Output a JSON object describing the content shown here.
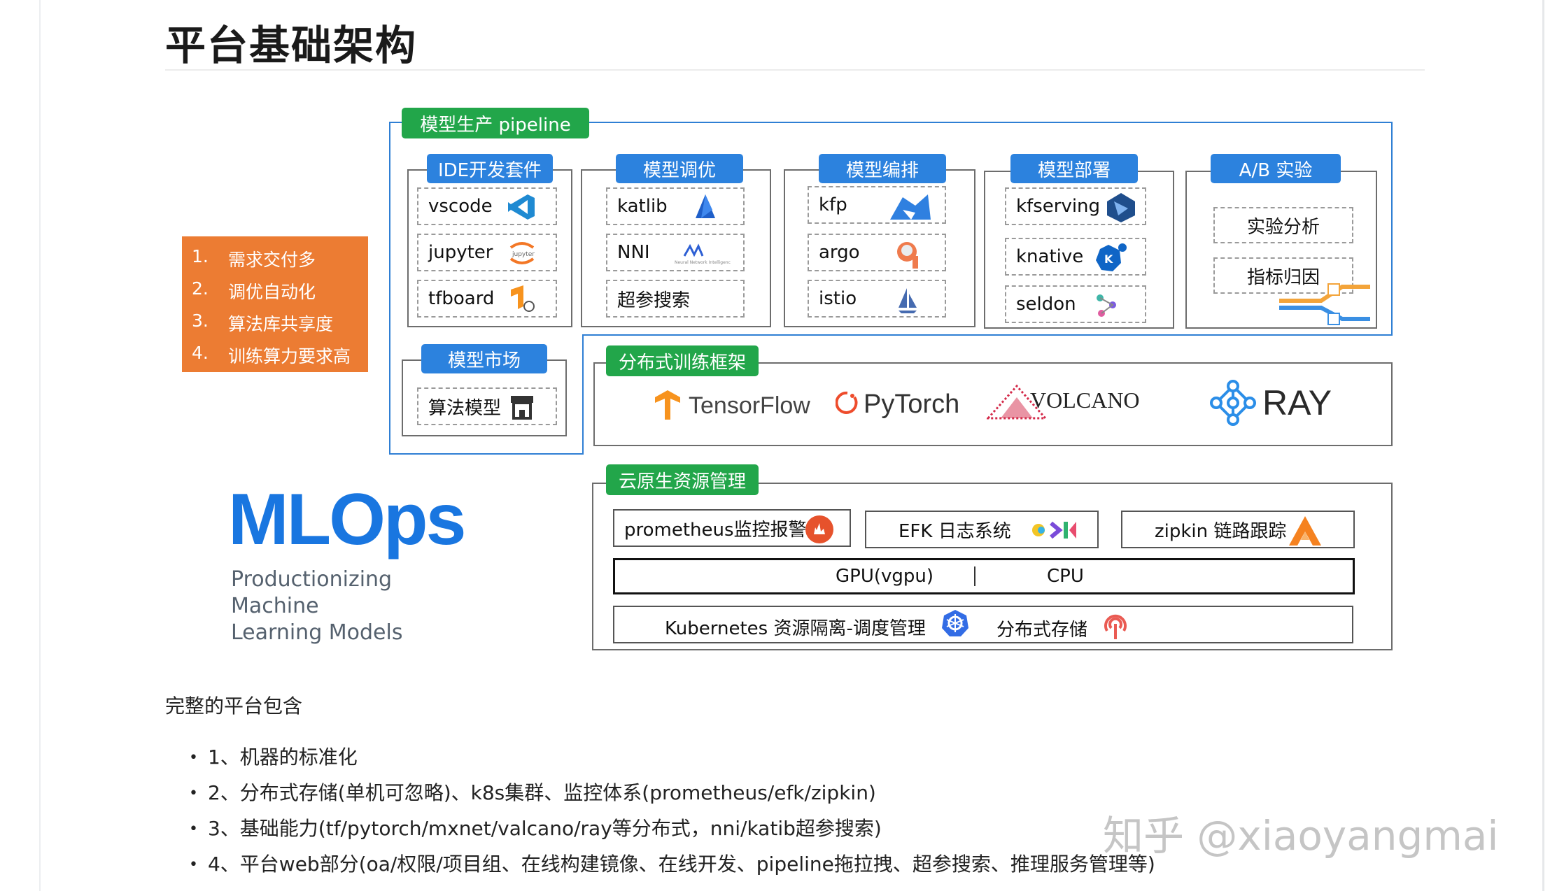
{
  "title": "平台基础架构",
  "requirements": [
    "需求交付多",
    "调优自动化",
    "算法库共享度",
    "训练算力要求高"
  ],
  "pipeline_label": "模型生产 pipeline",
  "sections": {
    "ide": {
      "label": "IDE开发套件",
      "items": [
        "vscode",
        "jupyter",
        "tfboard"
      ]
    },
    "tuning": {
      "label": "模型调优",
      "items": [
        "katlib",
        "NNI",
        "超参搜索"
      ]
    },
    "orchestration": {
      "label": "模型编排",
      "items": [
        "kfp",
        "argo",
        "istio"
      ]
    },
    "deploy": {
      "label": "模型部署",
      "items": [
        "kfserving",
        "knative",
        "seldon"
      ]
    },
    "ab": {
      "label": "A/B 实验",
      "items": [
        "实验分析",
        "指标归因"
      ]
    },
    "market": {
      "label": "模型市场",
      "items": [
        "算法模型"
      ]
    }
  },
  "distributed": {
    "label": "分布式训练框架",
    "frameworks": [
      "TensorFlow",
      "PyTorch",
      "VOLCANO",
      "RAY"
    ]
  },
  "cloud_native": {
    "label": "云原生资源管理",
    "monitor": [
      "prometheus监控报警",
      "EFK 日志系统",
      "zipkin 链路跟踪"
    ],
    "compute": [
      "GPU(vgpu)",
      "CPU"
    ],
    "infra": [
      "Kubernetes 资源隔离-调度管理",
      "分布式存储"
    ]
  },
  "mlops": {
    "title": "MLOps",
    "subtitle_1": "Productionizing Machine",
    "subtitle_2": "Learning Models"
  },
  "paragraph": "完整的平台包含",
  "bullets": [
    "1、机器的标准化",
    "2、分布式存储(单机可忽略)、k8s集群、监控体系(prometheus/efk/zipkin)",
    "3、基础能力(tf/pytorch/mxnet/valcano/ray等分布式，nni/katib超参搜索)",
    "4、平台web部分(oa/权限/项目组、在线构建镜像、在线开发、pipeline拖拉拽、超参搜索、推理服务管理等)"
  ],
  "watermark": "知乎 @xiaoyangmai",
  "colors": {
    "green": "#22a64a",
    "blue": "#2c82de",
    "orange": "#ec7c33",
    "mlops_blue": "#1976e0"
  },
  "icons": [
    "vscode-icon",
    "jupyter-icon",
    "tensorboard-icon",
    "katib-icon",
    "nni-icon",
    "kfp-icon",
    "argo-icon",
    "istio-icon",
    "kfserving-icon",
    "knative-icon",
    "seldon-icon",
    "ab-test-icon",
    "store-icon",
    "tensorflow-icon",
    "pytorch-icon",
    "volcano-icon",
    "ray-icon",
    "prometheus-icon",
    "efk-icon",
    "zipkin-icon",
    "kubernetes-icon",
    "storage-icon"
  ]
}
